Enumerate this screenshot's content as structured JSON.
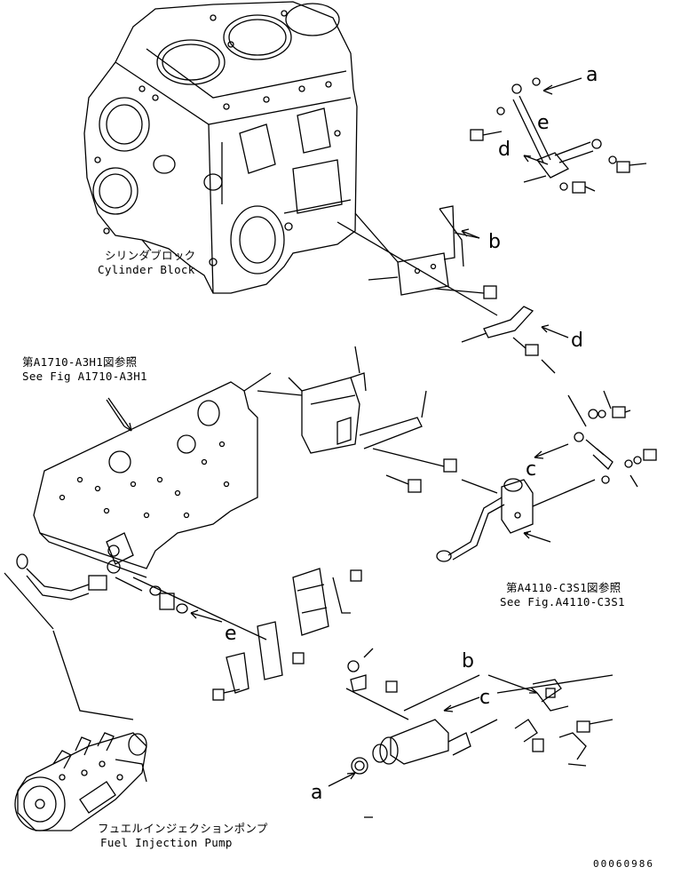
{
  "labels": {
    "cylinder_block_jp": "シリンダブロック",
    "cylinder_block_en": "Cylinder Block",
    "ref_a1710_jp": "第A1710-A3H1図参照",
    "ref_a1710_en": "See Fig A1710-A3H1",
    "ref_a4110_jp": "第A4110-C3S1図参照",
    "ref_a4110_en": "See Fig.A4110-C3S1",
    "fuel_pump_jp": "フュエルインジェクションポンプ",
    "fuel_pump_en": "Fuel Injection Pump"
  },
  "markers": {
    "a_top": "a",
    "e_top": "e",
    "d_top": "d",
    "b_mid": "b",
    "d_mid": "d",
    "c_right": "c",
    "e_low": "e",
    "b_low": "b",
    "c_low": "c",
    "a_low": "a"
  },
  "document_number": "00060986"
}
